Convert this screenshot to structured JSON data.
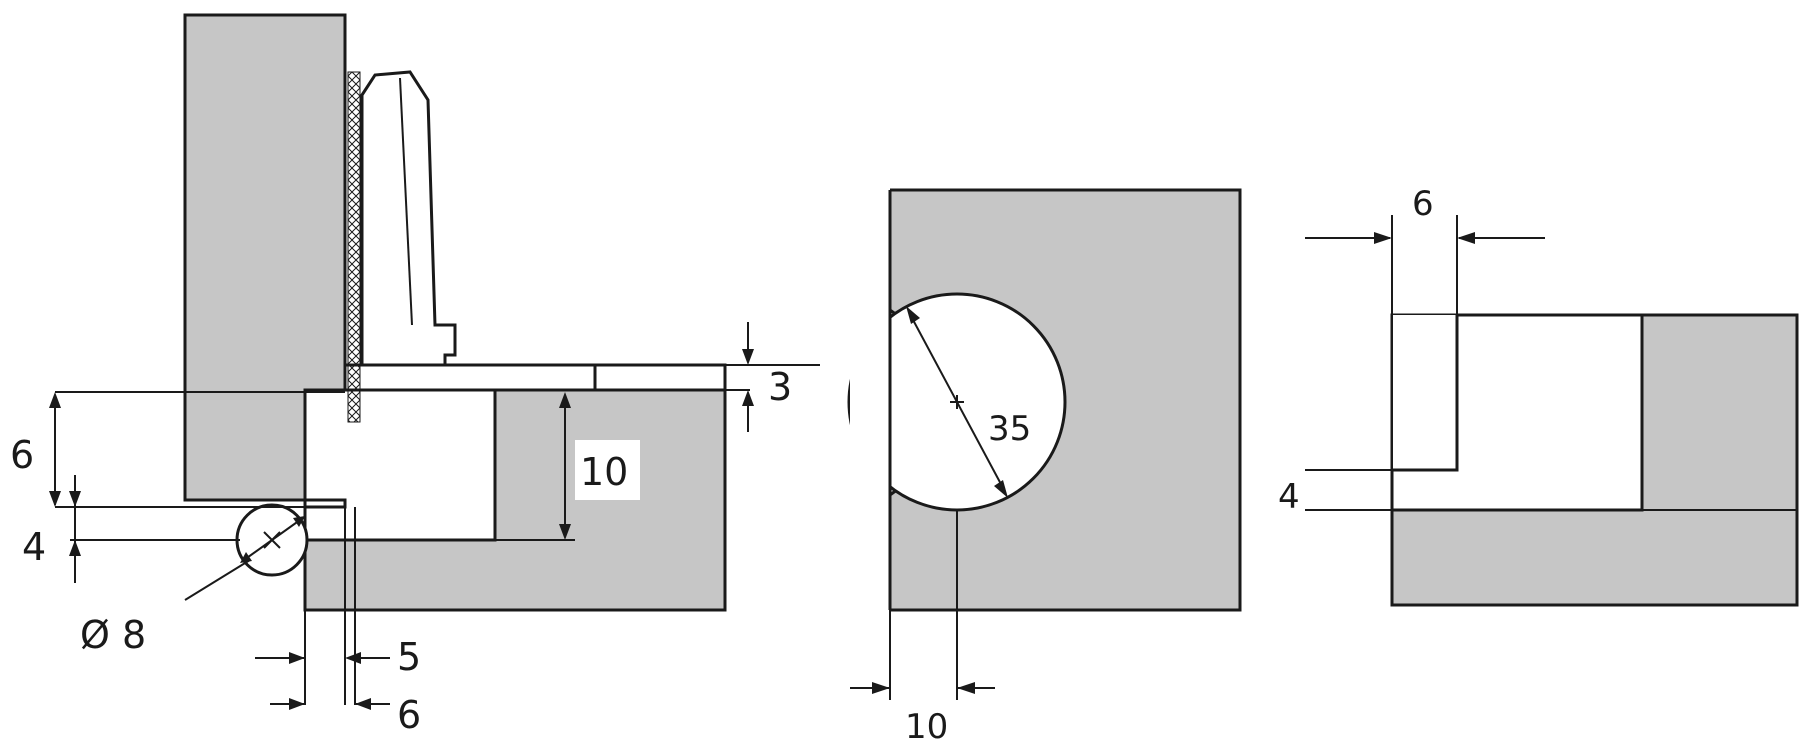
{
  "figure_1": {
    "dimensions": {
      "overlay_height": "6",
      "gap": "4",
      "drill_diameter": "Ø 8",
      "cup_depth": "10",
      "plate_thickness": "3",
      "edge_distance_a": "5",
      "edge_distance_b": "6"
    }
  },
  "figure_2": {
    "dimensions": {
      "cup_diameter": "35",
      "cup_edge_distance": "10"
    }
  },
  "figure_3": {
    "dimensions": {
      "overlay": "6",
      "gap": "4"
    }
  },
  "colors": {
    "material_fill": "#c6c6c6",
    "line": "#1a1a1a",
    "background": "#ffffff"
  }
}
